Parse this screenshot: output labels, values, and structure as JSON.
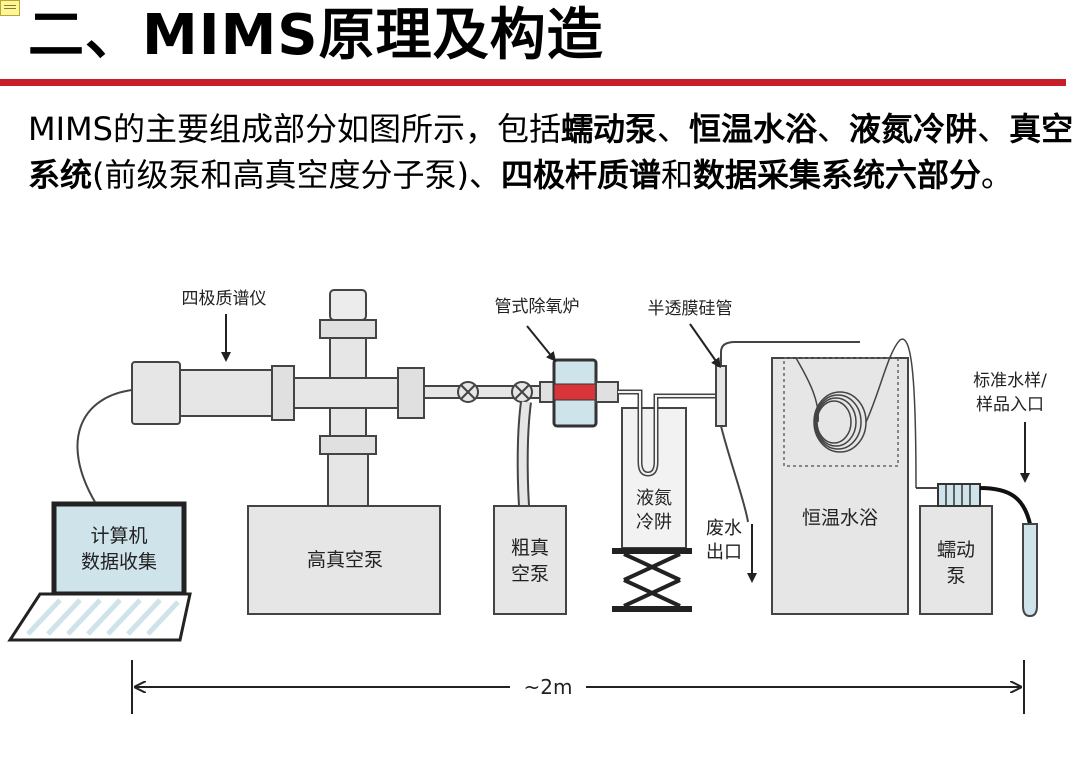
{
  "slide": {
    "title": "二、MIMS原理及构造",
    "intro": {
      "p1": "MIMS的主要组成部分如图所示，包括",
      "b1": "蠕动泵",
      "s1": "、",
      "b2": "恒温水浴",
      "s2": "、",
      "b3": "液氮冷阱",
      "s3": "、",
      "b4": "真空系统",
      "p2": "(前级泵和高真空度分子泵)、",
      "b5": "四极杆质谱",
      "p3": "和",
      "b6": "数据采集系统六部分",
      "p4": "。"
    }
  },
  "diagram": {
    "labels": {
      "quadrupole_ms": "四极质谱仪",
      "deoxygenation_furnace": "管式除氧炉",
      "membrane_tube": "半透膜硅管",
      "standard_sample_line1": "标准水样/",
      "standard_sample_line2": "样品入口",
      "computer_line1": "计算机",
      "computer_line2": "数据收集",
      "high_vacuum_pump": "高真空泵",
      "rough_pump_line1": "粗真",
      "rough_pump_line2": "空泵",
      "cold_trap_line1": "液氮",
      "cold_trap_line2": "冷阱",
      "waste_line1": "废水",
      "waste_line2": "出口",
      "water_bath": "恒温水浴",
      "peristaltic_line1": "蠕动",
      "peristaltic_line2": "泵",
      "scale": "~2m"
    },
    "colors": {
      "accent_rule": "#c71f27",
      "equipment_fill": "#e6e6e6",
      "outline": "#444444",
      "screen_fill": "#cfe3ea",
      "furnace_core": "#d9343a"
    }
  }
}
